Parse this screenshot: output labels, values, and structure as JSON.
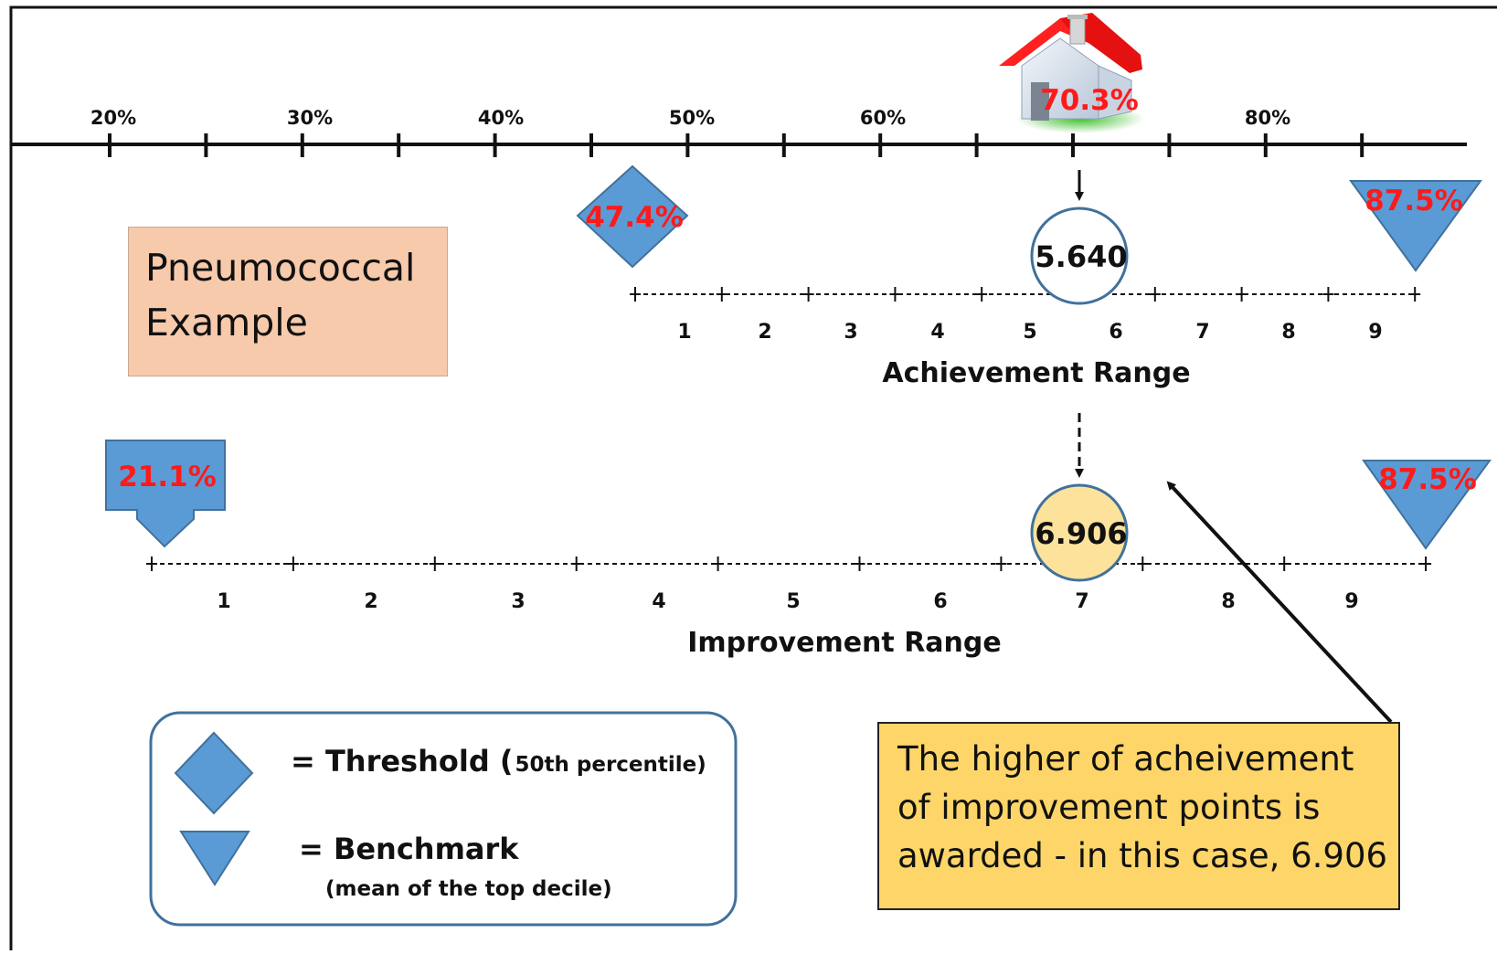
{
  "colors": {
    "shape_fill": "#5b9bd5",
    "shape_stroke": "#41719c",
    "red_text": "#ff1a1a",
    "example_box": "#f7caac",
    "note_box": "#fdd568",
    "improvement_circle": "#fde29b",
    "house_roof": "#ff2020"
  },
  "top_axis": {
    "labels": [
      "20%",
      "30%",
      "40%",
      "50%",
      "60%",
      "80%"
    ],
    "marker_value": "70.3%"
  },
  "example_box": {
    "line1": "Pneumococcal",
    "line2": "Example"
  },
  "achievement": {
    "threshold": "47.4%",
    "benchmark": "87.5%",
    "score": "5.640",
    "numbers": [
      "1",
      "2",
      "3",
      "4",
      "5",
      "6",
      "7",
      "8",
      "9"
    ],
    "title": "Achievement Range"
  },
  "improvement": {
    "baseline": "21.1%",
    "benchmark": "87.5%",
    "score": "6.906",
    "numbers": [
      "1",
      "2",
      "3",
      "4",
      "5",
      "6",
      "7",
      "8",
      "9"
    ],
    "title": "Improvement Range"
  },
  "legend": {
    "threshold_label": "= Threshold (",
    "threshold_detail": "50th percentile)",
    "benchmark_label": "= Benchmark",
    "benchmark_detail": "(mean of the top decile)"
  },
  "note": {
    "text": "The higher of acheivement of improvement points is awarded - in this case, 6.906"
  }
}
